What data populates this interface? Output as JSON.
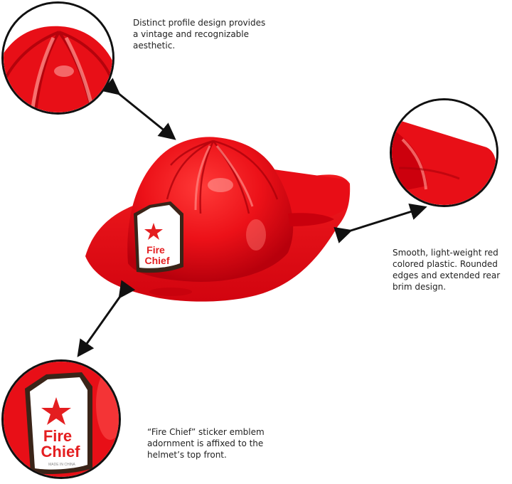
{
  "captions": {
    "profile": "Distinct profile design provides a vintage and recognizable aesthetic.",
    "material": "Smooth, light-weight red colored plastic. Rounded edges and extended rear brim design.",
    "emblem": "“Fire Chief” sticker emblem adornment is affixed to the helmet’s top front."
  },
  "badge": {
    "line1": "Fire",
    "line2": "Chief",
    "fine_print": "MADE IN CHINA"
  },
  "colors": {
    "helmet_red": "#e8101a",
    "helmet_shadow": "#b8000c",
    "helmet_highlight": "#ff6a66",
    "badge_border": "#3a2418",
    "badge_text": "#e41e20"
  }
}
